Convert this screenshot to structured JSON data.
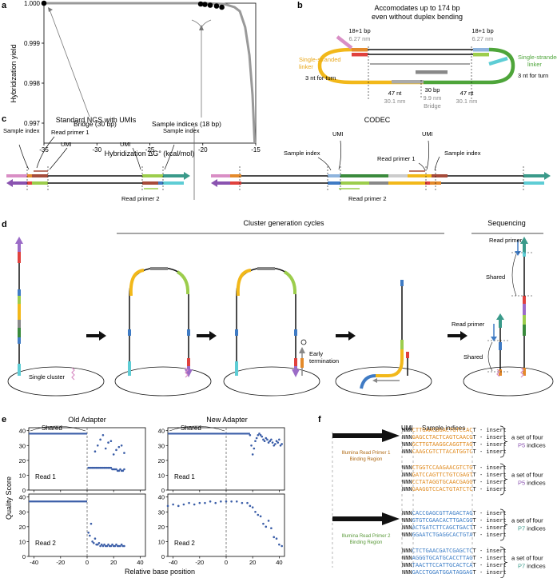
{
  "panels": {
    "a": "a",
    "b": "b",
    "c": "c",
    "d": "d",
    "e": "e",
    "f": "f"
  },
  "panel_a": {
    "chart_data": {
      "type": "line",
      "xlabel": "Hybridization ΔG° (kcal/mol)",
      "ylabel": "Hybridization yield",
      "xlim": [
        -35,
        -15
      ],
      "ylim": [
        0.9965,
        1.0
      ],
      "x_ticks": [
        -35,
        -30,
        -25,
        -20,
        -15
      ],
      "y_ticks": [
        0.997,
        0.998,
        0.999,
        1.0
      ],
      "y_tick_labels": [
        "0.997",
        "0.998",
        "0.999",
        "1.000"
      ],
      "curve": {
        "x": [
          -35,
          -20,
          -18,
          -17,
          -16.5,
          -16,
          -15.6,
          -15.3,
          -15.1
        ],
        "y": [
          1.0,
          1.0,
          0.99998,
          0.9999,
          0.9998,
          0.9994,
          0.9987,
          0.9977,
          0.9965
        ]
      },
      "points": {
        "x": [
          -35,
          -20.2,
          -19.8,
          -19.3,
          -18.7,
          -18.2
        ],
        "y": [
          1.0,
          0.99998,
          0.99997,
          0.99995,
          0.99993,
          0.9999
        ]
      },
      "annotations": {
        "bridge": "Bridge (30 bp)",
        "sample": "Sample indices (18 bp)"
      }
    }
  },
  "panel_b": {
    "title_line1": "Accomodates up to 174 bp",
    "title_line2": "even without duplex bending",
    "left_bp": "18+1 bp",
    "left_nm": "6.27 nm",
    "right_bp": "18+1 bp",
    "right_nm": "6.27 nm",
    "left_linker_1": "Single-stranded",
    "left_linker_2": "linker",
    "left_turn": "3 nt for turn",
    "right_linker_1": "Single-stranded",
    "right_linker_2": "linker",
    "right_turn": "3 nt for turn",
    "nt_left": "47 nt",
    "nm_left": "30.1 nm",
    "bridge_bp": "30 bp",
    "bridge_nm": "9.9 nm",
    "bridge_label": "Bridge",
    "nt_right": "47 nt",
    "nm_right": "30.1 nm"
  },
  "panel_c": {
    "left_title": "Standard NGS with UMIs",
    "sample_index": "Sample index",
    "read_primer_1": "Read primer 1",
    "umi": "UMI",
    "read_primer_2": "Read primer 2",
    "right_title": "CODEC"
  },
  "panel_d": {
    "cluster_title": "Cluster generation cycles",
    "sequencing_title": "Sequencing",
    "single_cluster": "Single cluster",
    "early_termination_1": "Early",
    "early_termination_2": "termination",
    "read_primer": "Read primer",
    "shared": "Shared"
  },
  "panel_e": {
    "old_adapter": "Old Adapter",
    "new_adapter": "New Adapter",
    "shared": "Shared",
    "read1": "Read 1",
    "read2": "Read 2",
    "ylabel": "Quality Score",
    "xlabel": "Relative base position",
    "chart_data": {
      "type": "scatter",
      "x_ticks": [
        -40,
        -20,
        0,
        20,
        40
      ],
      "y_ticks": [
        0,
        10,
        20,
        30,
        40
      ],
      "xlim": [
        -44,
        44
      ],
      "ylim": [
        0,
        42
      ],
      "old_read1": {
        "shared_x": [
          -44,
          0
        ],
        "shared_y": 38,
        "x": [
          1,
          2,
          3,
          4,
          5,
          6,
          7,
          8,
          9,
          10,
          11,
          12,
          13,
          14,
          15,
          16,
          17,
          18,
          19,
          20,
          21,
          22,
          23,
          24,
          25,
          26,
          27,
          28,
          6,
          8,
          10,
          12,
          14,
          16,
          18,
          20,
          22,
          24,
          26,
          28
        ],
        "y": [
          15,
          15,
          15,
          15,
          15,
          15,
          15,
          15,
          15,
          15,
          15,
          15,
          15,
          15,
          15,
          15,
          15,
          15,
          14,
          14,
          14,
          14,
          13,
          13,
          14,
          13,
          13,
          14,
          26,
          30,
          34,
          37,
          28,
          32,
          33,
          24,
          27,
          29,
          30,
          25
        ]
      },
      "old_read2": {
        "shared_x": [
          -44,
          0
        ],
        "shared_y": 37,
        "x": [
          1,
          2,
          3,
          4,
          5,
          6,
          7,
          8,
          9,
          10,
          11,
          12,
          13,
          14,
          15,
          16,
          17,
          18,
          19,
          20,
          21,
          22,
          23,
          24,
          25,
          26,
          27,
          28
        ],
        "y": [
          16,
          14,
          22,
          10,
          9,
          12,
          8,
          8,
          9,
          7,
          8,
          7,
          8,
          7,
          7,
          8,
          7,
          7,
          8,
          7,
          7,
          8,
          7,
          7,
          7,
          8,
          7,
          7
        ]
      },
      "new_read1": {
        "shared_x": [
          -44,
          18
        ],
        "shared_y": 38,
        "x": [
          18,
          19,
          20,
          21,
          22,
          23,
          24,
          25,
          26,
          27,
          28,
          29,
          30,
          31,
          32,
          33,
          34,
          35,
          36,
          37,
          38,
          39,
          40,
          41,
          42
        ],
        "y": [
          37,
          30,
          24,
          28,
          33,
          35,
          37,
          38,
          37,
          36,
          34,
          33,
          35,
          34,
          32,
          33,
          34,
          32,
          30,
          31,
          33,
          32,
          34,
          30,
          31
        ]
      },
      "new_read2": {
        "x": [
          -44,
          -40,
          -36,
          -32,
          -28,
          -24,
          -20,
          -16,
          -12,
          -8,
          -4,
          0,
          4,
          8,
          12,
          16,
          18,
          20,
          22,
          24,
          26,
          28,
          30,
          32,
          34,
          36,
          38,
          40,
          42
        ],
        "y": [
          34,
          35,
          34,
          35,
          36,
          35,
          36,
          36,
          37,
          36,
          37,
          37,
          37,
          37,
          36,
          36,
          34,
          33,
          30,
          28,
          27,
          22,
          20,
          24,
          19,
          13,
          12,
          8,
          7
        ]
      }
    }
  },
  "panel_f": {
    "umi": "UMI",
    "sample_indices": "Sample indices",
    "primer1_1": "Illumina Read Primer 1",
    "primer1_2": "Binding Region",
    "primer2_1": "Illumina Read Primer 2",
    "primer2_2": "Binding Region",
    "set_of_four_1": "a set of four",
    "set_of_four_2": "a set of four",
    "set_of_four_3": "a set of four",
    "set_of_four_4": "a set of four",
    "p5": "P5",
    "p7": "P7",
    "indices": "indices",
    "insert": "insert",
    "nnn": "NNN",
    "t": "T",
    "groups": [
      {
        "color": "#e08a1e",
        "seqs": [
          "CTTGAACGGACTGTCCAC",
          "GAGCCTACTCAGTCAACG",
          "GCTTGTAAGGCAGGTTAG",
          "CAAGCGTCTTACATGGTC"
        ]
      },
      {
        "color": "#e08a1e",
        "seqs": [
          "CTGGTCCAAGAACGTCTG",
          "GATCCAGTTCTGTCGAGT",
          "CCTATAGGTGCAACGAGG",
          "GAAGGTCCACTGTATCTC"
        ]
      },
      {
        "color": "#3a7cc6",
        "seqs": [
          "CACCGAGCGTTAGACTAG",
          "GTGTCGAACACTTGACGG",
          "ACTGATCTTCAGCTGACT",
          "GGAATCTGAGGCACTGTA"
        ]
      },
      {
        "color": "#3a7cc6",
        "seqs": [
          "CTCTGAACGATCGAGCTC",
          "AGGGTGCATGCACCTTAG",
          "TAACTTCCATTGCACTCA",
          "GACCTGGATGGATAGGAG"
        ]
      }
    ]
  }
}
